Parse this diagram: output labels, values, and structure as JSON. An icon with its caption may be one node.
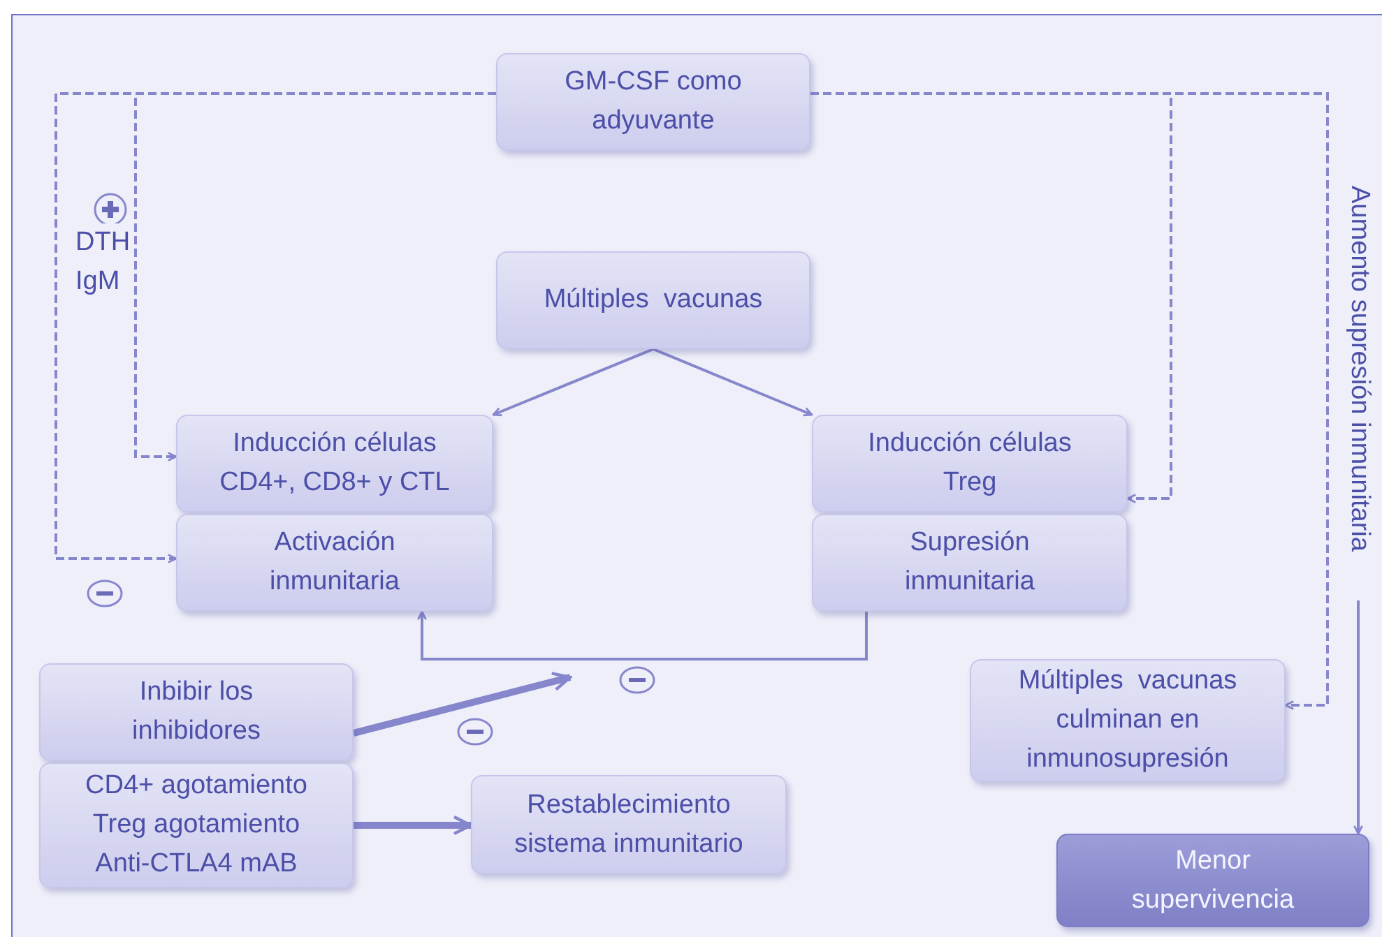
{
  "diagram": {
    "nodes": [
      {
        "text": [
          "GM-CSF como adyuvante"
        ]
      },
      {
        "text": [
          "Múltiples  vacunas"
        ]
      },
      {
        "text": [
          "Inducción células CD4+, CD8+ y CTL"
        ]
      },
      {
        "text": [
          "Activación inmunitaria"
        ]
      },
      {
        "text": [
          "Inducción células Treg"
        ]
      },
      {
        "text": [
          "Supresión inmunitaria"
        ]
      },
      {
        "text": [
          "Inbibir los inhibidores"
        ]
      },
      {
        "text": [
          "CD4+ agotamiento Treg agotamiento Anti-CTLA4 mAB"
        ]
      },
      {
        "text": [
          "Restablecimiento sistema inmunitario"
        ]
      },
      {
        "text": [
          "Múltiples  vacunas culminan en inmunosupresión"
        ]
      },
      {
        "text": [
          "Menor supervivencia"
        ]
      },
      {
        "text": [
          "Aumento supresión inmunitaria"
        ]
      }
    ],
    "edges": [
      {
        "from": 0,
        "to": 2,
        "arrow": "to",
        "style": "dashed"
      },
      {
        "from": 0,
        "to": 3,
        "arrow": "to",
        "style": "dashed"
      },
      {
        "from": 0,
        "to": 4,
        "arrow": "to",
        "style": "dashed"
      },
      {
        "from": 0,
        "to": 9,
        "arrow": "to",
        "style": "dashed"
      },
      {
        "from": 1,
        "to": 2,
        "arrow": "to"
      },
      {
        "from": 1,
        "to": 4,
        "arrow": "to"
      },
      {
        "from": 5,
        "to": 3,
        "arrow": "to"
      },
      {
        "from": 6,
        "to": null,
        "arrow": "to",
        "style": "thick"
      },
      {
        "from": 7,
        "to": 8,
        "arrow": "to",
        "style": "thick"
      },
      {
        "from": 11,
        "to": 10,
        "arrow": "to"
      }
    ],
    "labels": [
      "DTH",
      "IgM"
    ]
  }
}
